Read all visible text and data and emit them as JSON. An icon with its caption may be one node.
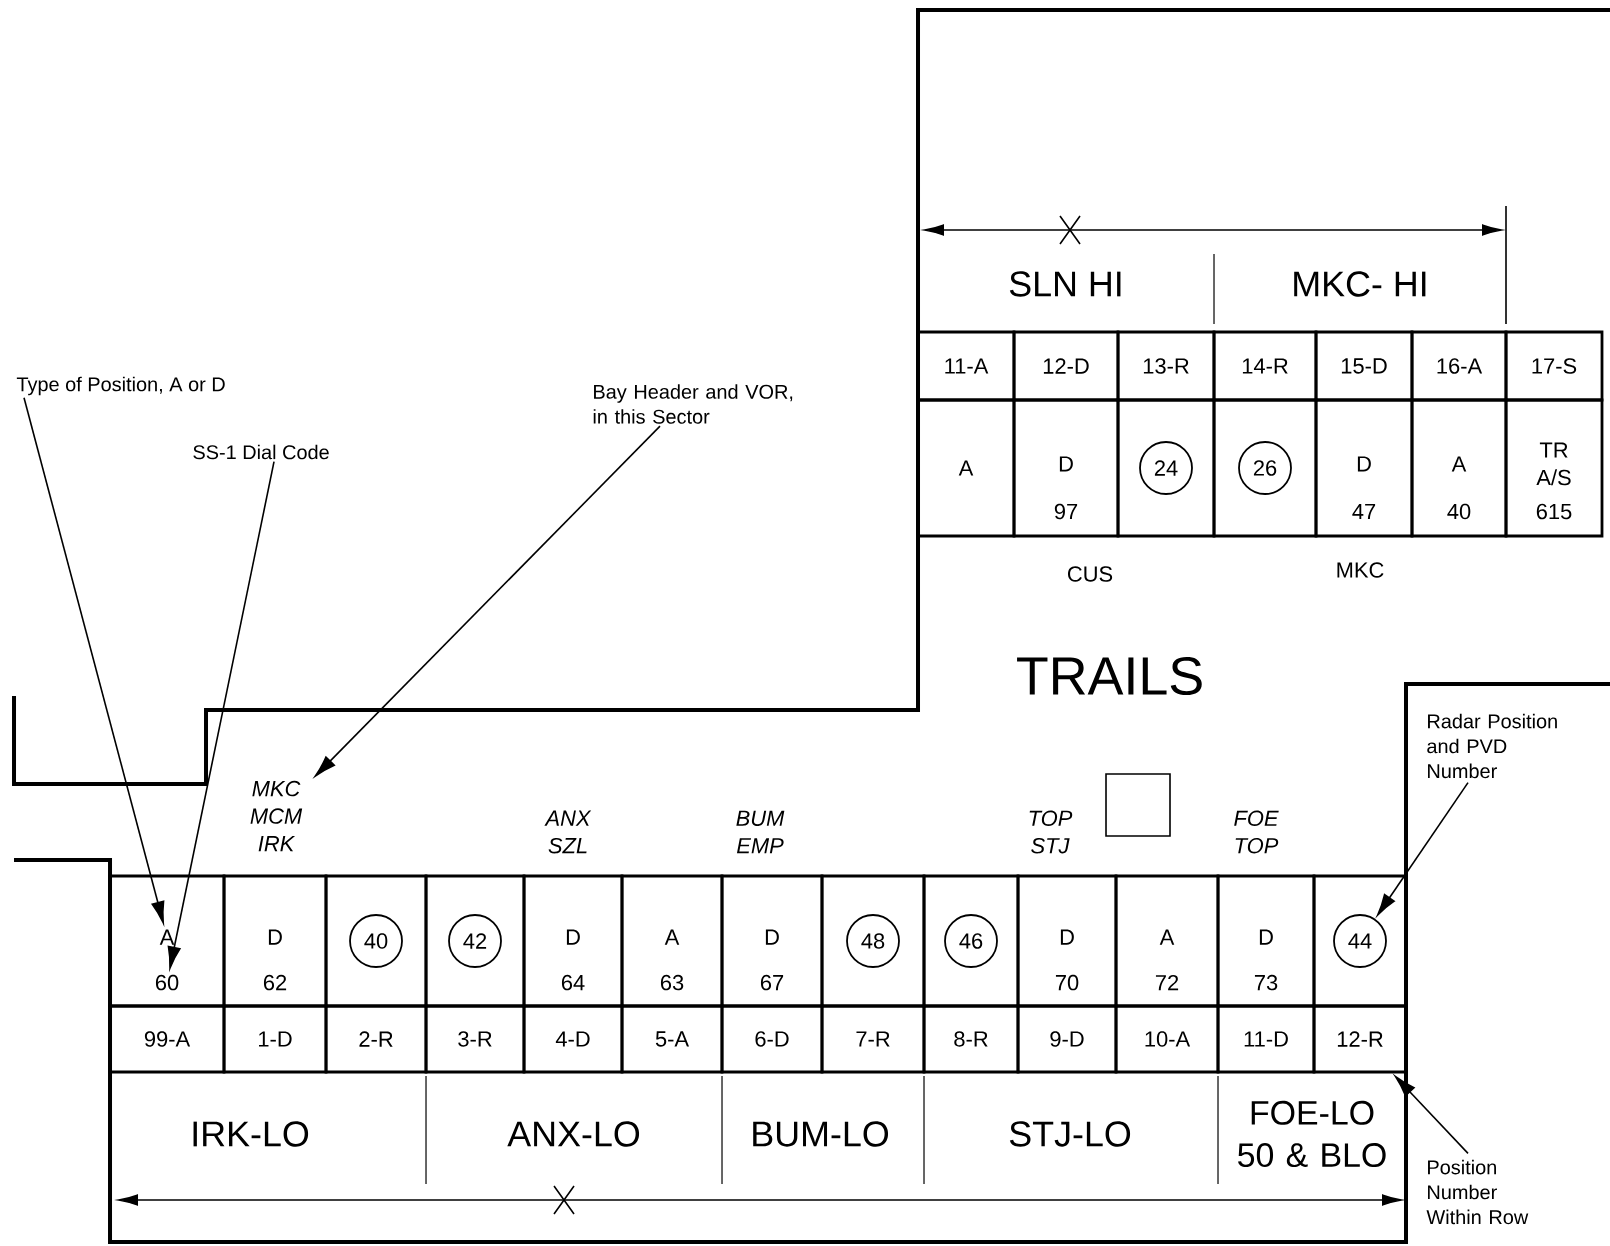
{
  "diagram": {
    "nodes": [
      {
        "text": [
          "Type of Position, A or D"
        ]
      },
      {
        "text": [
          "SS-1 Dial Code"
        ]
      },
      {
        "text": [
          "Bay Header and VOR, in this Sector"
        ]
      },
      {
        "text": [
          "11-A"
        ]
      },
      {
        "text": [
          "12-D"
        ]
      },
      {
        "text": [
          "13-R"
        ]
      },
      {
        "text": [
          "14-R"
        ]
      },
      {
        "text": [
          "15-D"
        ]
      },
      {
        "text": [
          "16-A"
        ]
      },
      {
        "text": [
          "17-S"
        ]
      },
      {
        "text": [
          "A"
        ]
      },
      {
        "text": [
          "D",
          "97"
        ]
      },
      {
        "text": [],
        "shape": "box"
      },
      {
        "text": [
          "24"
        ],
        "in": 12
      },
      {
        "text": [],
        "shape": "box"
      },
      {
        "text": [
          "26"
        ],
        "in": 14
      },
      {
        "text": [
          "D",
          "47"
        ]
      },
      {
        "text": [
          "A",
          "40"
        ]
      },
      {
        "text": [
          "TR A/S",
          "615"
        ]
      },
      {
        "text": [
          "Radar Position and PVD Number"
        ]
      },
      {
        "text": [
          "MKC MCM IRK"
        ]
      },
      {
        "text": [],
        "shape": "box"
      },
      {
        "text": [
          "A"
        ],
        "in": 21
      },
      {
        "text": [
          "60"
        ],
        "in": 21
      },
      {
        "text": [
          "D",
          "62"
        ]
      },
      {
        "text": [],
        "shape": "box"
      },
      {
        "text": [
          "40"
        ],
        "in": 25
      },
      {
        "text": [],
        "shape": "box"
      },
      {
        "text": [
          "42"
        ],
        "in": 27
      },
      {
        "text": [
          "D",
          "64"
        ]
      },
      {
        "text": [
          "A",
          "63"
        ]
      },
      {
        "text": [
          "D",
          "67"
        ]
      },
      {
        "text": [],
        "shape": "box"
      },
      {
        "text": [
          "48"
        ],
        "in": 32
      },
      {
        "text": [],
        "shape": "box"
      },
      {
        "text": [
          "46"
        ],
        "in": 34
      },
      {
        "text": [
          "D",
          "70"
        ]
      },
      {
        "text": [
          "A",
          "72"
        ]
      },
      {
        "text": [
          "D",
          "73"
        ]
      },
      {
        "text": [],
        "shape": "box"
      },
      {
        "text": [
          "44"
        ],
        "in": 39
      },
      {
        "text": [
          "99-A"
        ]
      },
      {
        "text": [
          "1-D"
        ]
      },
      {
        "text": [
          "2-R"
        ]
      },
      {
        "text": [
          "3-R"
        ]
      },
      {
        "text": [
          "4-D"
        ]
      },
      {
        "text": [
          "5-A"
        ]
      },
      {
        "text": [
          "6-D"
        ]
      },
      {
        "text": [
          "7-R"
        ]
      },
      {
        "text": [
          "8-R"
        ]
      },
      {
        "text": [
          "9-D"
        ]
      },
      {
        "text": [
          "10-A"
        ]
      },
      {
        "text": [
          "11-D"
        ]
      },
      {
        "text": [
          "12-R"
        ]
      },
      {
        "text": [
          "Position Number Within Row"
        ]
      }
    ],
    "edges": [
      {
        "from": 0,
        "to": 22,
        "arrow": "to"
      },
      {
        "from": 1,
        "to": 23,
        "arrow": "to"
      },
      {
        "from": 2,
        "to": 20,
        "arrow": "to"
      },
      {
        "from": 19,
        "to": 40,
        "arrow": "to"
      },
      {
        "from": 54,
        "to": 53,
        "arrow": "to"
      }
    ],
    "labels": [
      "SLN HI",
      "MKC- HI",
      "CUS",
      "MKC",
      "TRAILS",
      "ANX SZL",
      "BUM EMP",
      "TOP STJ",
      "FOE TOP",
      "IRK-LO",
      "ANX-LO",
      "BUM-LO",
      "STJ-LO",
      "FOE-LO 50 & BLO"
    ]
  }
}
